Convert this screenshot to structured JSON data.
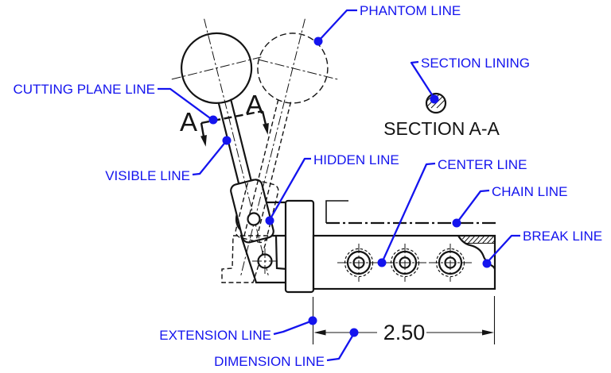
{
  "colors": {
    "label_blue": "#1414ee",
    "line_ink": "#141414"
  },
  "labels": {
    "phantom_line": "PHANTOM LINE",
    "section_lining": "SECTION LINING",
    "cutting_plane_line": "CUTTING PLANE LINE",
    "visible_line": "VISIBLE LINE",
    "hidden_line": "HIDDEN LINE",
    "center_line": "CENTER LINE",
    "chain_line": "CHAIN LINE",
    "break_line": "BREAK LINE",
    "extension_line": "EXTENSION LINE",
    "dimension_line": "DIMENSION LINE"
  },
  "section_view": {
    "title": "SECTION A-A"
  },
  "cutting_plane": {
    "mark": "A"
  },
  "dimension": {
    "value": "2.50"
  }
}
